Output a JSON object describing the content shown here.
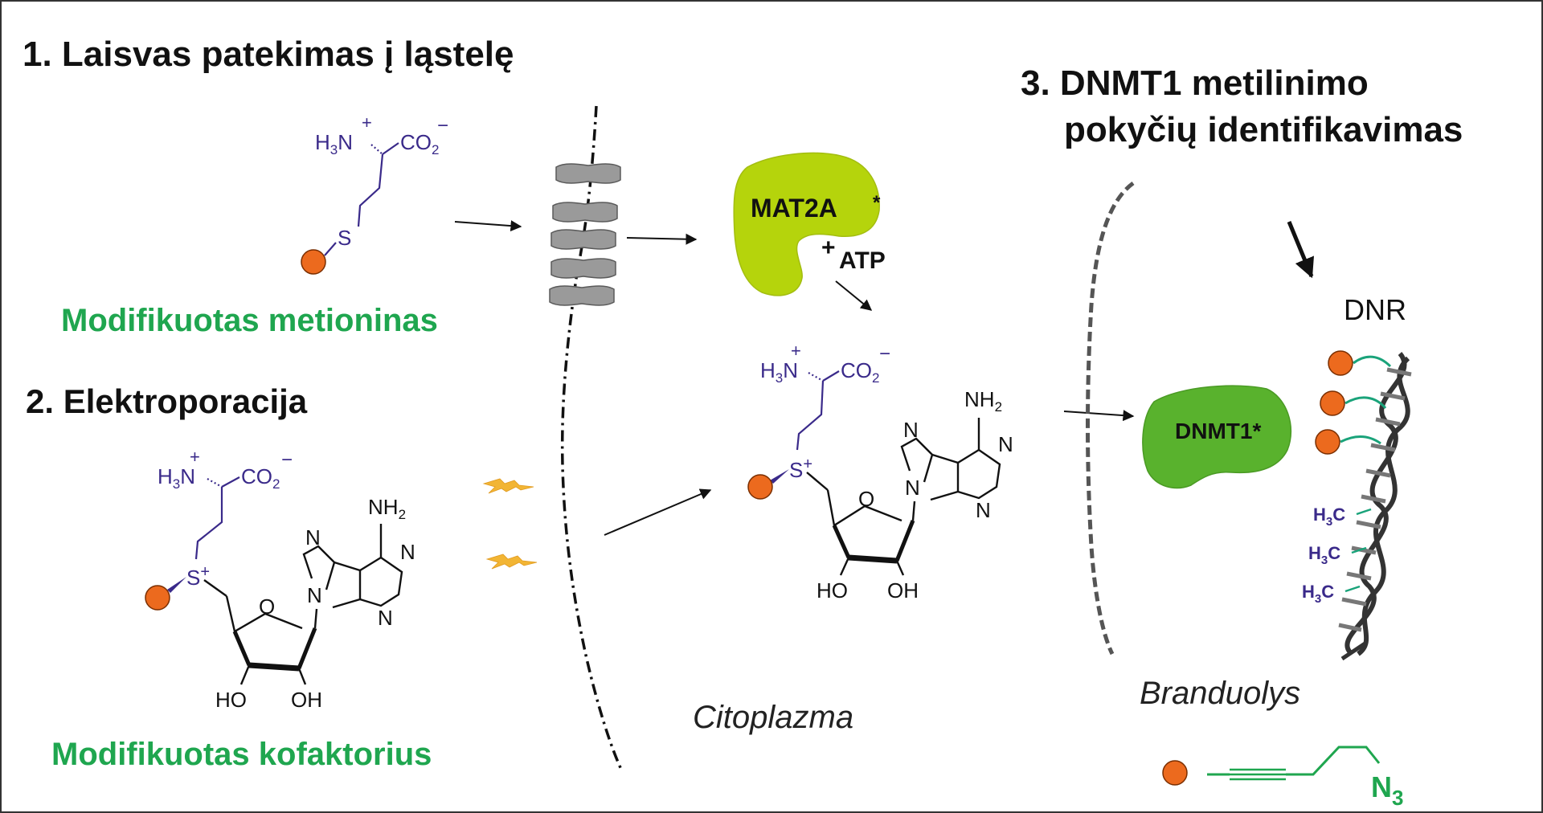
{
  "steps": {
    "step1": "1. Laisvas patekimas į ląstelę",
    "step2": "2. Elektroporacija",
    "step3_line1": "3. DNMT1 metilinimo",
    "step3_line2": "pokyčių identifikavimas"
  },
  "labels": {
    "modified_methionine": "Modifikuotas metioninas",
    "modified_cofactor": "Modifikuotas kofaktorius",
    "cytoplasm": "Citoplazma",
    "nucleus": "Branduolys",
    "dna": "DNR"
  },
  "enzymes": {
    "mat2a": "MAT2A",
    "mat2a_mark": "*",
    "atp_plus": "+",
    "atp": "ATP",
    "dnmt1": "DNMT1*"
  },
  "chem": {
    "h": "H",
    "three": "3",
    "n": "N",
    "plus": "+",
    "co": "CO",
    "two": "2",
    "minus": "−",
    "s": "S",
    "o": "O",
    "nh": "NH",
    "ho": "HO",
    "oh": "OH",
    "methyl_c": "C"
  },
  "colors": {
    "green_text": "#1fa64f",
    "mat2a": "#b5d40c",
    "dnmt1": "#59b22d",
    "ball": "#ec6a1e",
    "purple": "#3a2a8a",
    "teal": "#1aa37a",
    "channel": "#9a9a9a",
    "bolt": "#f2b534"
  },
  "icons": {
    "bolt": "lightning-bolt-icon",
    "ball": "modification-ball-icon",
    "channel": "membrane-channel-icon"
  }
}
